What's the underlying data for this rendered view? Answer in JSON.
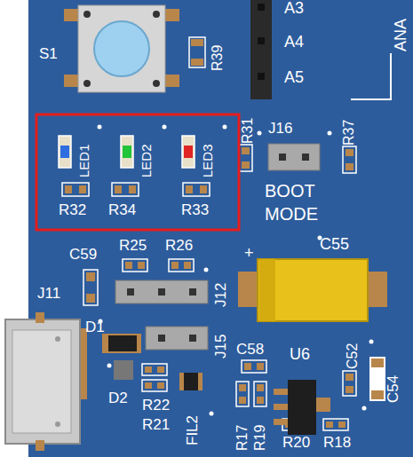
{
  "diagram": {
    "labels": [
      "S1",
      "R39",
      "A3",
      "A4",
      "A5",
      "ANA",
      "LED1",
      "LED2",
      "LED3",
      "R32",
      "R34",
      "R33",
      "R31",
      "J16",
      "R37",
      "BOOT MODE",
      "C59",
      "R25",
      "R26",
      "C55",
      "+",
      "J11",
      "J12",
      "D1",
      "J15",
      "C58",
      "U6",
      "C52",
      "C54",
      "D2",
      "R22",
      "R21",
      "FIL2",
      "R17",
      "R19",
      "R20",
      "R18"
    ]
  }
}
